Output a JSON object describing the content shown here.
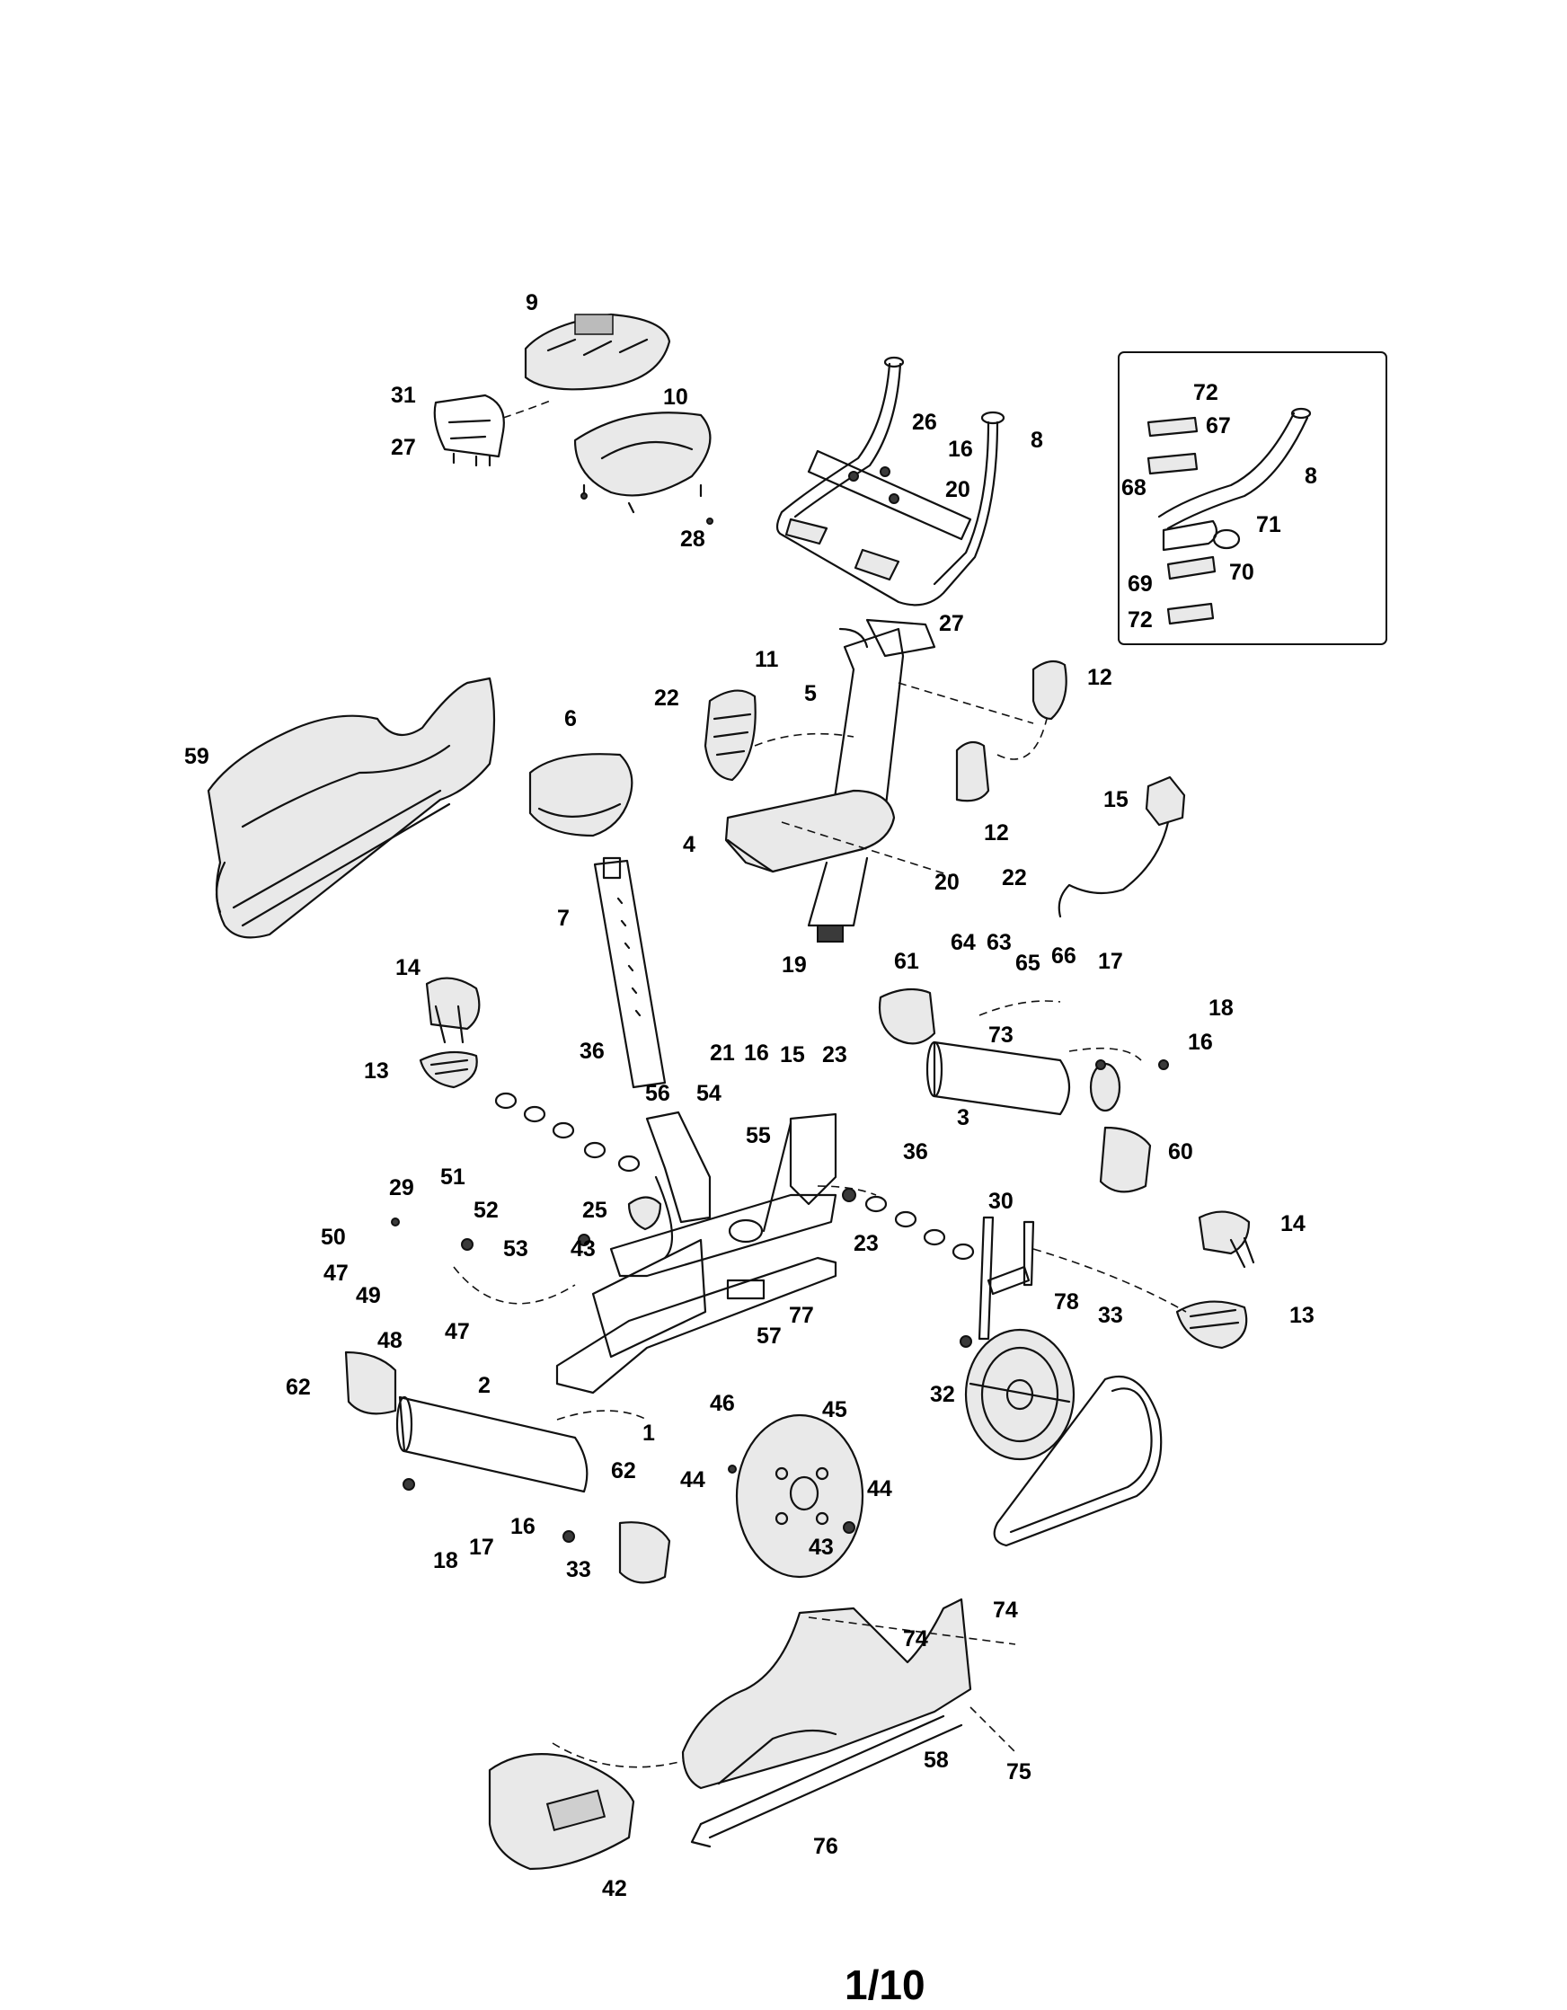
{
  "page_number": "1/10",
  "callouts": {
    "c9": "9",
    "c31": "31",
    "c27a": "27",
    "c10": "10",
    "c28": "28",
    "c26": "26",
    "c16a": "16",
    "c8a": "8",
    "c20a": "20",
    "c72a": "72",
    "c67": "67",
    "c68": "68",
    "c8b": "8",
    "c71": "71",
    "c69": "69",
    "c70": "70",
    "c72b": "72",
    "c59": "59",
    "c22a": "22",
    "c11": "11",
    "c5": "5",
    "c27b": "27",
    "c12a": "12",
    "c12b": "12",
    "c6": "6",
    "c15a": "15",
    "c4": "4",
    "c20b": "20",
    "c22b": "22",
    "c7": "7",
    "c19": "19",
    "c14a": "14",
    "c13a": "13",
    "c36a": "36",
    "c21": "21",
    "c16b": "16",
    "c15b": "15",
    "c23a": "23",
    "c56": "56",
    "c54": "54",
    "c55": "55",
    "c64": "64",
    "c63": "63",
    "c65": "65",
    "c66": "66",
    "c17a": "17",
    "c18a": "18",
    "c16c": "16",
    "c61": "61",
    "c73": "73",
    "c3": "3",
    "c60": "60",
    "c36b": "36",
    "c29": "29",
    "c51": "51",
    "c50": "50",
    "c52": "52",
    "c47a": "47",
    "c53": "53",
    "c49": "49",
    "c48": "48",
    "c47b": "47",
    "c43a": "43",
    "c25": "25",
    "c23b": "23",
    "c30": "30",
    "c14b": "14",
    "c13b": "13",
    "c57": "57",
    "c77": "77",
    "c33a": "33",
    "c78": "78",
    "c32": "32",
    "c62a": "62",
    "c2": "2",
    "c1": "1",
    "c46": "46",
    "c45": "45",
    "c44a": "44",
    "c44b": "44",
    "c43b": "43",
    "c62b": "62",
    "c18b": "18",
    "c17b": "17",
    "c16d": "16",
    "c33b": "33",
    "c74a": "74",
    "c74b": "74",
    "c75": "75",
    "c58": "58",
    "c76": "76",
    "c42": "42"
  }
}
